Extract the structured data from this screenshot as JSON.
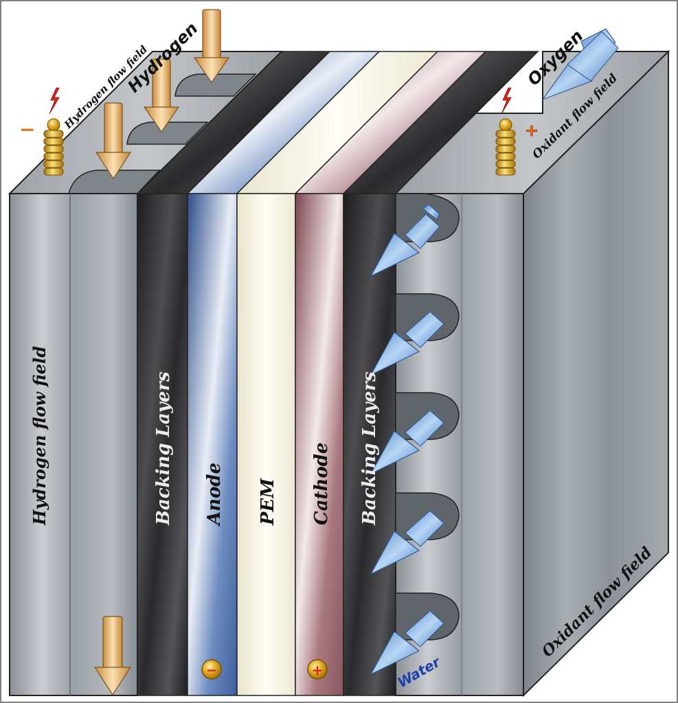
{
  "labels": {
    "hydrogen": "Hydrogen",
    "oxygen": "Oxygen",
    "water": "Water",
    "hydrogen_flow_field_top": "Hydrogen flow field",
    "oxidant_flow_field_top": "Oxidant flow field",
    "hydrogen_flow_field_front": "Hydrogen flow field",
    "backing_layers_left": "Backing Layers",
    "anode": "Anode",
    "pem": "PEM",
    "cathode": "Cathode",
    "backing_layers_right": "Backing Layers",
    "oxidant_flow_field_side": "Oxidant flow field"
  },
  "signs": {
    "negative": "−",
    "positive": "+"
  },
  "colors": {
    "plate_gray": "#9ea3a8",
    "backing_dark": "#2b2b2d",
    "anode_blue": "#3f63a0",
    "pem_cream": "#f6f3e0",
    "cathode_rose": "#8e5a62",
    "hydrogen_arrow": "#e9b978",
    "water_arrow": "#7fb0e6",
    "terminal_gold": "#d6a21f",
    "water_text": "#1f3fa8"
  },
  "icons": {
    "hydrogen_arrow": "down-arrow-icon",
    "water_arrow": "diagonal-arrow-icon",
    "terminal": "terminal-stud-icon",
    "spark": "lightning-icon"
  }
}
